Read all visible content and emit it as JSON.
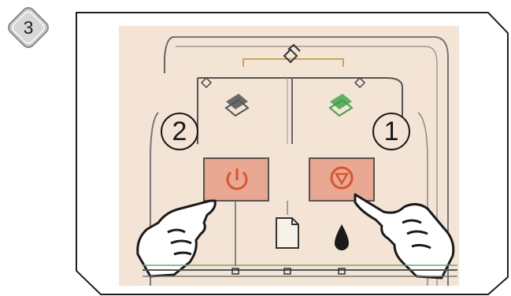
{
  "step": {
    "number": "3"
  },
  "panel": {
    "callout_left": "2",
    "callout_right": "1",
    "colors": {
      "button_fill": "#e8a08a",
      "power_icon": "#d8552e",
      "stop_icon": "#d8552e",
      "copy_color_icon": "#55a85a",
      "copy_bw_icon": "#666666"
    }
  }
}
